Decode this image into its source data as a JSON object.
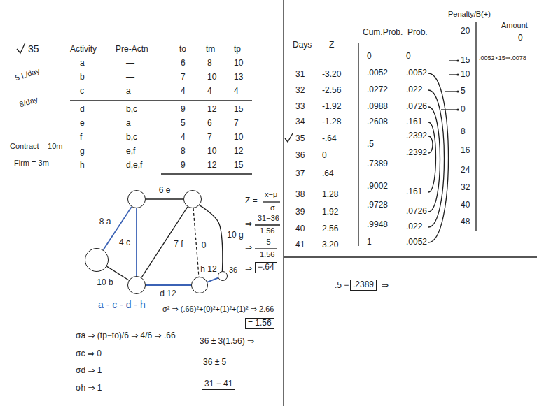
{
  "diagram": {
    "nodes": [
      {
        "text": []
      },
      {
        "text": []
      },
      {
        "text": []
      },
      {
        "text": []
      },
      {
        "text": []
      },
      {
        "text": [
          "36"
        ]
      }
    ],
    "edges": [
      {
        "from": 0,
        "to": 1,
        "arrow": "none",
        "label": "8 a"
      },
      {
        "from": 0,
        "to": 2,
        "arrow": "none",
        "label": "10 b"
      },
      {
        "from": 1,
        "to": 2,
        "arrow": "none",
        "label": "4 c"
      },
      {
        "from": 1,
        "to": 3,
        "arrow": "none",
        "label": "6 e"
      },
      {
        "from": 2,
        "to": 3,
        "arrow": "none",
        "label": "7 f"
      },
      {
        "from": 3,
        "to": 4,
        "arrow": "none",
        "label": "0"
      },
      {
        "from": 2,
        "to": 4,
        "arrow": "none",
        "label": "d 12"
      },
      {
        "from": 3,
        "to": 5,
        "arrow": "none",
        "label": "10 g"
      },
      {
        "from": 4,
        "to": 5,
        "arrow": "none",
        "label": "h 12"
      }
    ],
    "labels": [
      "35",
      "5 L/day",
      "8/day",
      "Contract = 10m",
      "Firm = 3m",
      "Activity",
      "Pre-Actn",
      "to",
      "tm",
      "tp",
      "a",
      "—",
      "6",
      "8",
      "10",
      "b",
      "—",
      "7",
      "10",
      "13",
      "c",
      "a",
      "4",
      "4",
      "4",
      "d",
      "b,c",
      "9",
      "12",
      "15",
      "e",
      "a",
      "5",
      "6",
      "7",
      "f",
      "b,c",
      "4",
      "7",
      "10",
      "g",
      "e,f",
      "8",
      "10",
      "12",
      "h",
      "d,e,f",
      "9",
      "12",
      "15",
      "Z =",
      "x−μ",
      "σ",
      "⇒",
      "31−36",
      "1.56",
      "⇒",
      "−5",
      "1.56",
      "⇒",
      "−.64",
      "a - c - d - h",
      "σ² ⇒ (.66)²+(0)²+(1)²+(1)² ⇒ 2.66",
      "= 1.56",
      "σa ⇒ (tp−to)/6 ⇒ 4/6 ⇒ .66",
      "σc ⇒ 0",
      "σd ⇒ 1",
      "σh ⇒ 1",
      "36 ± 3(1.56) ⇒",
      "36 ± 5",
      "31 − 41",
      "Days",
      "Z",
      "Cum.Prob.",
      "Prob.",
      "Penalty/B(+)",
      "Amount",
      "31",
      "-3.20",
      "32",
      "-2.56",
      "33",
      "-1.92",
      "34",
      "-1.28",
      "35",
      "-.64",
      "36",
      "0",
      "37",
      ".64",
      "38",
      "1.28",
      "39",
      "1.92",
      "40",
      "2.56",
      "41",
      "3.20",
      "0",
      ".0052",
      ".0272",
      ".0988",
      ".2608",
      ".5",
      ".7389",
      ".9002",
      ".9728",
      ".9948",
      "1",
      "0",
      ".0052",
      ".022",
      ".0726",
      ".161",
      ".2392",
      ".2392",
      ".161",
      ".0726",
      ".022",
      ".0052",
      "20",
      "15",
      "10",
      "5",
      "0",
      "8",
      "16",
      "24",
      "32",
      "40",
      "48",
      "0",
      ".0052×15⇒.0078",
      ".5 −",
      ".2389",
      "⇒"
    ]
  }
}
